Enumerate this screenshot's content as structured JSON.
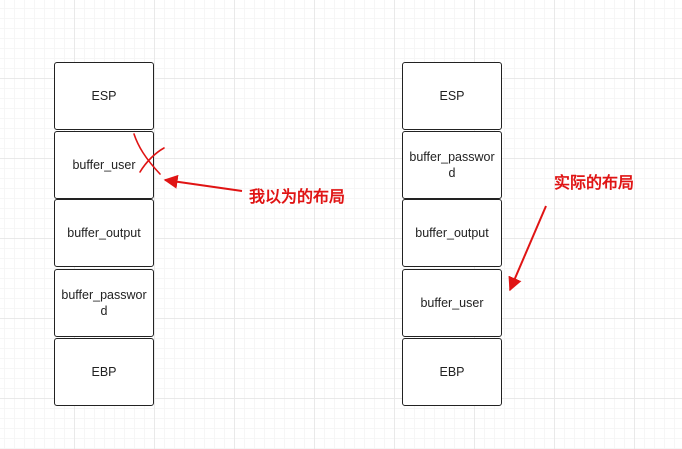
{
  "left_stack": {
    "blocks": [
      "ESP",
      "buffer_user",
      "buffer_output",
      "buffer_password",
      "EBP"
    ]
  },
  "right_stack": {
    "blocks": [
      "ESP",
      "buffer_password",
      "buffer_output",
      "buffer_user",
      "EBP"
    ]
  },
  "annotations": {
    "assumed_layout": "我以为的布局",
    "actual_layout": "实际的布局"
  },
  "colors": {
    "annotation": "#e01414",
    "block_border": "#222222",
    "grid": "#e9e9e9"
  }
}
